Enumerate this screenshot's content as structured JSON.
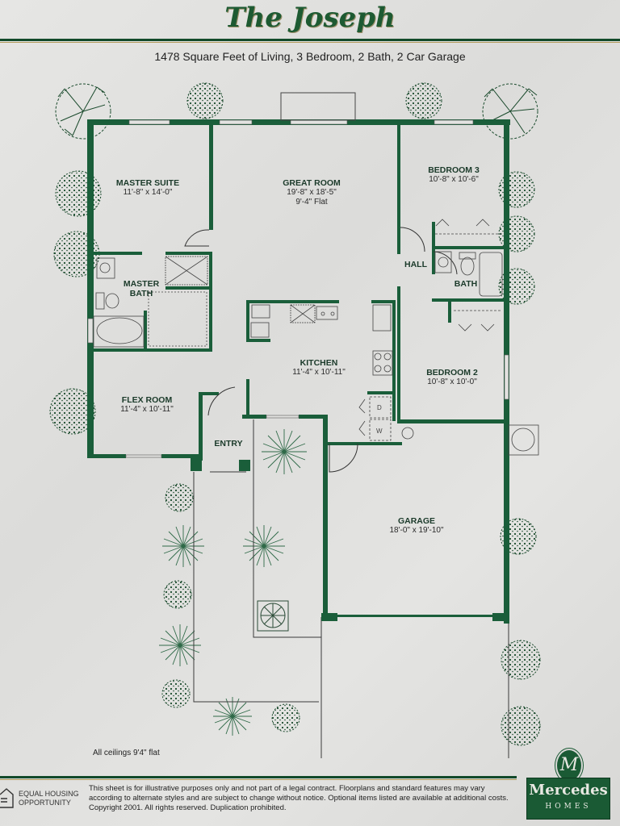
{
  "header": {
    "title": "The Joseph",
    "subtitle": "1478 Square Feet of Living, 3 Bedroom, 2 Bath, 2 Car Garage"
  },
  "colors": {
    "wall_green": "#1a5e3a",
    "title_green": "#1d5a32",
    "accent_gold": "#b39b5c",
    "paper": "#e2e2e0"
  },
  "rooms": {
    "master_suite": {
      "name": "MASTER SUITE",
      "dimensions": "11'-8\" x 14'-0\""
    },
    "great_room": {
      "name": "GREAT ROOM",
      "dimensions": "19'-8\" x 18'-5\"",
      "ceiling": "9'-4\" Flat"
    },
    "bedroom3": {
      "name": "BEDROOM 3",
      "dimensions": "10'-8\" x 10'-6\""
    },
    "master_bath": {
      "name": "MASTER",
      "name2": "BATH"
    },
    "hall": {
      "name": "HALL"
    },
    "bath": {
      "name": "BATH"
    },
    "kitchen": {
      "name": "KITCHEN",
      "dimensions": "11'-4\" x 10'-11\""
    },
    "bedroom2": {
      "name": "BEDROOM 2",
      "dimensions": "10'-8\" x 10'-0\""
    },
    "flex_room": {
      "name": "FLEX ROOM",
      "dimensions": "11'-4\" x 10'-11\""
    },
    "entry": {
      "name": "ENTRY"
    },
    "garage": {
      "name": "GARAGE",
      "dimensions": "18'-0\" x 19'-10\""
    }
  },
  "appliances": {
    "dryer": "D",
    "washer": "W"
  },
  "notes": {
    "ceilings": "All ceilings 9'4\" flat"
  },
  "footer": {
    "equal_housing_line1": "EQUAL HOUSING",
    "equal_housing_line2": "OPPORTUNITY",
    "disclaimer_line1": "This sheet is for illustrative purposes only and not part of a legal contract. Floorplans and standard features may vary",
    "disclaimer_line2": "according to alternate styles and are subject to change without notice. Optional items listed are available at additional costs.",
    "disclaimer_line3": "Copyright 2001. All rights reserved. Duplication prohibited."
  },
  "logo": {
    "monogram": "M",
    "name": "Mercedes",
    "sub": "HOMES"
  }
}
